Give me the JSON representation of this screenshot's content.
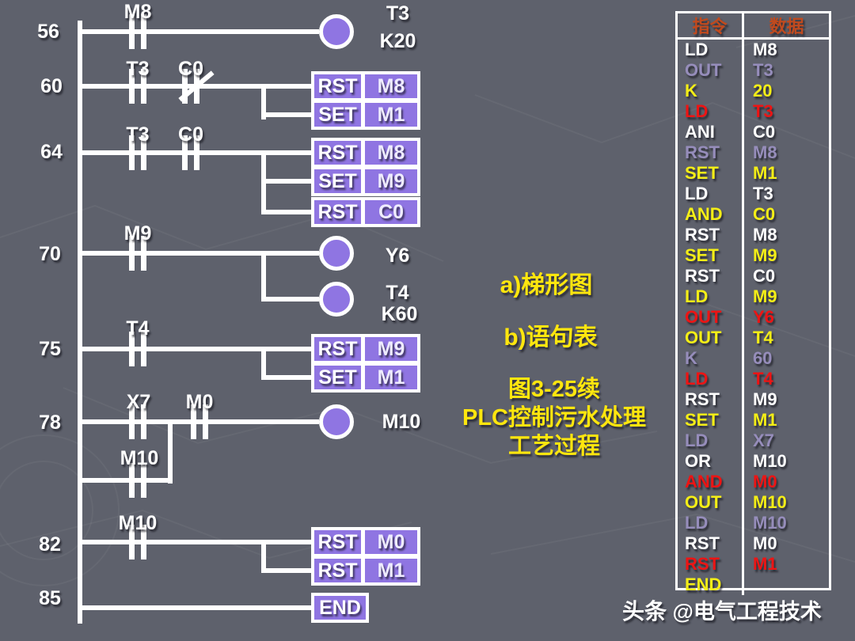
{
  "ladder": {
    "rungs": {
      "r56": {
        "number": "56",
        "contact1": "M8",
        "coil_label": "T3",
        "coil_value": "K20"
      },
      "r60": {
        "number": "60",
        "contact1": "T3",
        "contact2": "C0",
        "rows": [
          [
            "RST",
            "M8"
          ],
          [
            "SET",
            "M1"
          ]
        ]
      },
      "r64": {
        "number": "64",
        "contact1": "T3",
        "contact2": "C0",
        "rows": [
          [
            "RST",
            "M8"
          ],
          [
            "SET",
            "M9"
          ],
          [
            "RST",
            "C0"
          ]
        ]
      },
      "r70": {
        "number": "70",
        "contact1": "M9",
        "coil1_label": "Y6",
        "coil2_label": "T4",
        "coil2_value": "K60"
      },
      "r75": {
        "number": "75",
        "contact1": "T4",
        "rows": [
          [
            "RST",
            "M9"
          ],
          [
            "SET",
            "M1"
          ]
        ]
      },
      "r78": {
        "number": "78",
        "contact1": "X7",
        "contact2": "M0",
        "parallel_contact": "M10",
        "coil_label": "M10"
      },
      "r82": {
        "number": "82",
        "contact1": "M10",
        "rows": [
          [
            "RST",
            "M0"
          ],
          [
            "RST",
            "M1"
          ]
        ]
      },
      "r85": {
        "number": "85",
        "end_label": "END"
      }
    }
  },
  "annotations": {
    "label_a": "a)梯形图",
    "label_b": "b)语句表",
    "caption_line1": "图3-25续",
    "caption_line2": "PLC控制污水处理",
    "caption_line3": "工艺过程"
  },
  "table": {
    "headers": [
      "指令",
      "数据"
    ],
    "rows": [
      {
        "op": "LD",
        "arg": "M8",
        "color": "white"
      },
      {
        "op": "OUT",
        "arg": "T3",
        "color": "lavender"
      },
      {
        "op": "K",
        "arg": "20",
        "color": "yellow"
      },
      {
        "op": "LD",
        "arg": "T3",
        "color": "red"
      },
      {
        "op": "ANI",
        "arg": "C0",
        "color": "white"
      },
      {
        "op": "RST",
        "arg": "M8",
        "color": "lavender"
      },
      {
        "op": "SET",
        "arg": "M1",
        "color": "yellow"
      },
      {
        "op": "LD",
        "arg": "T3",
        "color": "white"
      },
      {
        "op": "AND",
        "arg": "C0",
        "color": "yellow"
      },
      {
        "op": "RST",
        "arg": "M8",
        "color": "white"
      },
      {
        "op": "SET",
        "arg": "M9",
        "color": "yellow"
      },
      {
        "op": "RST",
        "arg": "C0",
        "color": "white"
      },
      {
        "op": "LD",
        "arg": "M9",
        "color": "yellow"
      },
      {
        "op": "OUT",
        "arg": "Y6",
        "color": "red"
      },
      {
        "op": "OUT",
        "arg": "T4",
        "color": "yellow"
      },
      {
        "op": "K",
        "arg": "60",
        "color": "lavender"
      },
      {
        "op": "LD",
        "arg": "T4",
        "color": "red"
      },
      {
        "op": "RST",
        "arg": "M9",
        "color": "white"
      },
      {
        "op": "SET",
        "arg": "M1",
        "color": "yellow"
      },
      {
        "op": "LD",
        "arg": "X7",
        "color": "lavender"
      },
      {
        "op": "OR",
        "arg": "M10",
        "color": "white"
      },
      {
        "op": "AND",
        "arg": "M0",
        "color": "red"
      },
      {
        "op": "OUT",
        "arg": "M10",
        "color": "yellow"
      },
      {
        "op": "LD",
        "arg": "M10",
        "color": "lavender"
      },
      {
        "op": "RST",
        "arg": "M0",
        "color": "white"
      },
      {
        "op": "RST",
        "arg": "M1",
        "color": "red"
      },
      {
        "op": "END",
        "arg": "",
        "color": "yellow"
      }
    ]
  },
  "watermark": {
    "brand": "头条",
    "handle": "@电气工程技术"
  },
  "colors": {
    "background": "#5e616c",
    "accent_purple": "#8f75e2",
    "yellow": "#f4ee16",
    "red": "#ed1414",
    "lavender": "#968dbb",
    "header_orange": "#c04a1e",
    "mid_yellow": "#ffe60e"
  }
}
